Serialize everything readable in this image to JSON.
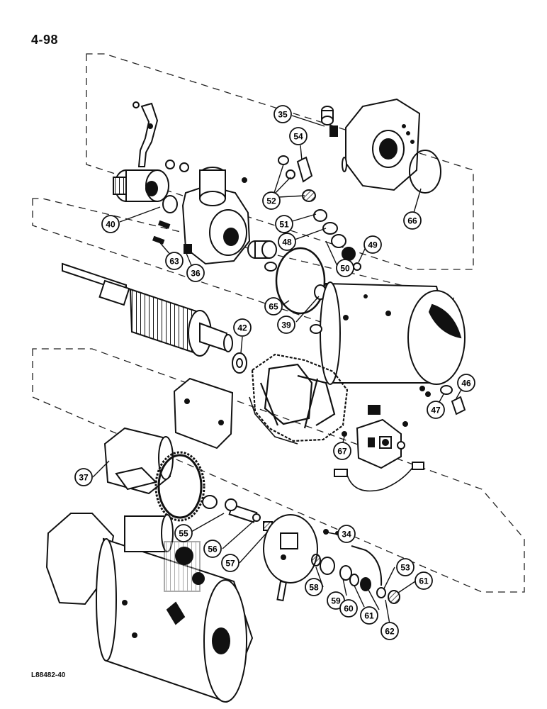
{
  "page_number": "4-98",
  "figure_code": "L88482-40",
  "callouts": [
    {
      "id": "c35",
      "label": "35"
    },
    {
      "id": "c54",
      "label": "54"
    },
    {
      "id": "c52",
      "label": "52"
    },
    {
      "id": "c66",
      "label": "66"
    },
    {
      "id": "c51",
      "label": "51"
    },
    {
      "id": "c48",
      "label": "48"
    },
    {
      "id": "c49",
      "label": "49"
    },
    {
      "id": "c50",
      "label": "50"
    },
    {
      "id": "c40",
      "label": "40"
    },
    {
      "id": "c63",
      "label": "63"
    },
    {
      "id": "c36",
      "label": "36"
    },
    {
      "id": "c65",
      "label": "65"
    },
    {
      "id": "c39",
      "label": "39"
    },
    {
      "id": "c42",
      "label": "42"
    },
    {
      "id": "c46",
      "label": "46"
    },
    {
      "id": "c47",
      "label": "47"
    },
    {
      "id": "c67",
      "label": "67"
    },
    {
      "id": "c37",
      "label": "37"
    },
    {
      "id": "c55",
      "label": "55"
    },
    {
      "id": "c34",
      "label": "34"
    },
    {
      "id": "c56",
      "label": "56"
    },
    {
      "id": "c57",
      "label": "57"
    },
    {
      "id": "c53",
      "label": "53"
    },
    {
      "id": "c61a",
      "label": "61"
    },
    {
      "id": "c58",
      "label": "58"
    },
    {
      "id": "c59",
      "label": "59"
    },
    {
      "id": "c60",
      "label": "60"
    },
    {
      "id": "c61b",
      "label": "61"
    },
    {
      "id": "c62",
      "label": "62"
    }
  ]
}
